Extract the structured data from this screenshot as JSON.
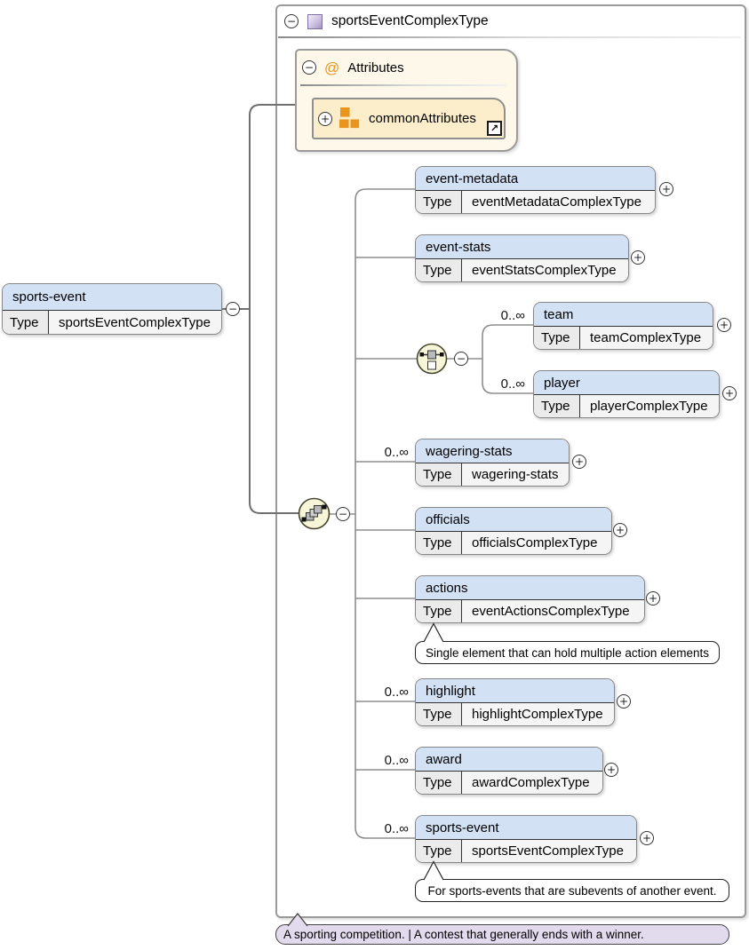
{
  "labels": {
    "type": "Type"
  },
  "icons": {
    "plus": "+",
    "minus": "−",
    "at": "@",
    "link_arrow": "↗"
  },
  "colors": {
    "header_blue": "#d3e1f5",
    "panel_cream": "#fdf8ea",
    "attr_ref_fill": "#fceecb",
    "icon_orange": "#e8951d",
    "note_purple": "#e2dbee",
    "indicator_fill": "#f7f6d8",
    "complextype_icon_purple": "#a293c7"
  },
  "container": {
    "title": "sportsEventComplexType"
  },
  "attributes_panel": {
    "title": "Attributes",
    "ref": {
      "name": "commonAttributes"
    }
  },
  "root_element": {
    "name": "sports-event",
    "type": "sportsEventComplexType"
  },
  "children": [
    {
      "name": "event-metadata",
      "type": "eventMetadataComplexType",
      "occurs": ""
    },
    {
      "name": "event-stats",
      "type": "eventStatsComplexType",
      "occurs": ""
    },
    {
      "name": "team",
      "type": "teamComplexType",
      "occurs": "0..∞"
    },
    {
      "name": "player",
      "type": "playerComplexType",
      "occurs": "0..∞"
    },
    {
      "name": "wagering-stats",
      "type": "wagering-stats",
      "occurs": "0..∞"
    },
    {
      "name": "officials",
      "type": "officialsComplexType",
      "occurs": ""
    },
    {
      "name": "actions",
      "type": "eventActionsComplexType",
      "occurs": "",
      "note": "Single element that can hold multiple action elements"
    },
    {
      "name": "highlight",
      "type": "highlightComplexType",
      "occurs": "0..∞"
    },
    {
      "name": "award",
      "type": "awardComplexType",
      "occurs": "0..∞"
    },
    {
      "name": "sports-event",
      "type": "sportsEventComplexType",
      "occurs": "0..∞",
      "note": "For sports-events that are subevents of another event."
    }
  ],
  "footnote": "A sporting competition. | A contest that generally ends with a winner."
}
